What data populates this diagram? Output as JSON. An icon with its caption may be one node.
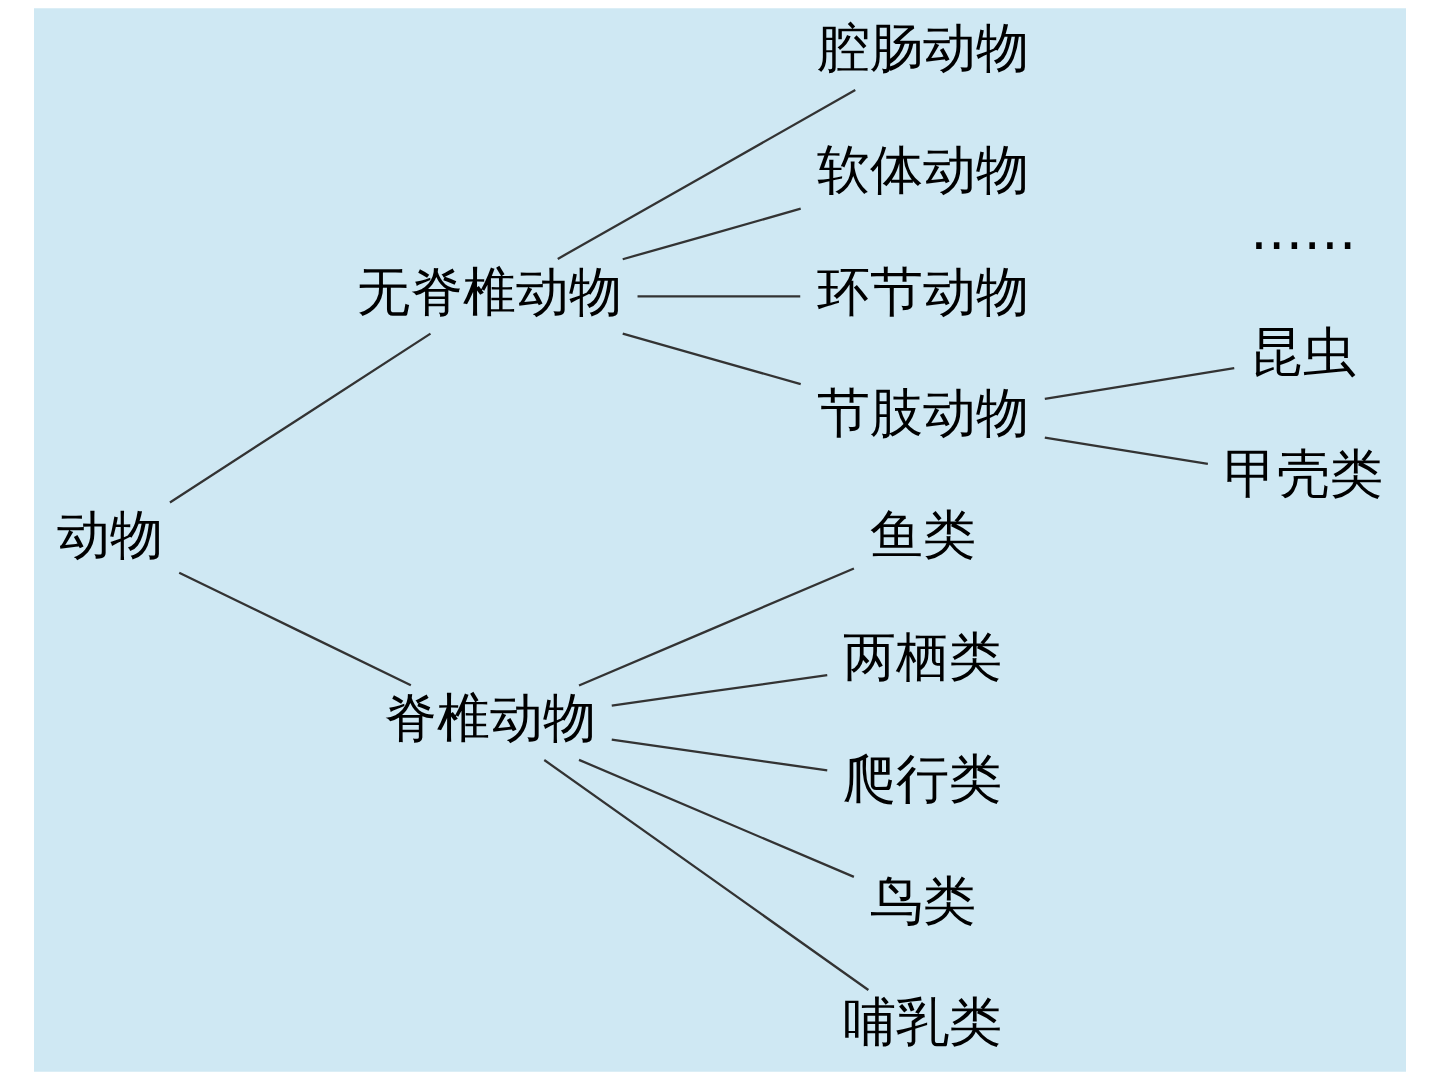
{
  "diagram": {
    "nodes": [
      {
        "text": [
          "动物"
        ]
      },
      {
        "text": [
          "无脊椎动物"
        ]
      },
      {
        "text": [
          "脊椎动物"
        ]
      },
      {
        "text": [
          "腔肠动物"
        ]
      },
      {
        "text": [
          "软体动物"
        ]
      },
      {
        "text": [
          "环节动物"
        ]
      },
      {
        "text": [
          "节肢动物"
        ]
      },
      {
        "text": [
          "昆虫"
        ]
      },
      {
        "text": [
          "甲壳类"
        ]
      },
      {
        "text": [
          "鱼类"
        ]
      },
      {
        "text": [
          "两栖类"
        ]
      },
      {
        "text": [
          "爬行类"
        ]
      },
      {
        "text": [
          "鸟类"
        ]
      },
      {
        "text": [
          "哺乳类"
        ]
      }
    ],
    "edges": [
      {
        "from": 0,
        "to": 1,
        "arrow": "none"
      },
      {
        "from": 0,
        "to": 2,
        "arrow": "none"
      },
      {
        "from": 1,
        "to": 3,
        "arrow": "none"
      },
      {
        "from": 1,
        "to": 4,
        "arrow": "none"
      },
      {
        "from": 1,
        "to": 5,
        "arrow": "none"
      },
      {
        "from": 1,
        "to": 6,
        "arrow": "none"
      },
      {
        "from": 6,
        "to": 7,
        "arrow": "none"
      },
      {
        "from": 6,
        "to": 8,
        "arrow": "none"
      },
      {
        "from": 2,
        "to": 9,
        "arrow": "none"
      },
      {
        "from": 2,
        "to": 10,
        "arrow": "none"
      },
      {
        "from": 2,
        "to": 11,
        "arrow": "none"
      },
      {
        "from": 2,
        "to": 12,
        "arrow": "none"
      },
      {
        "from": 2,
        "to": 13,
        "arrow": "none"
      }
    ],
    "labels": [
      "……"
    ]
  }
}
